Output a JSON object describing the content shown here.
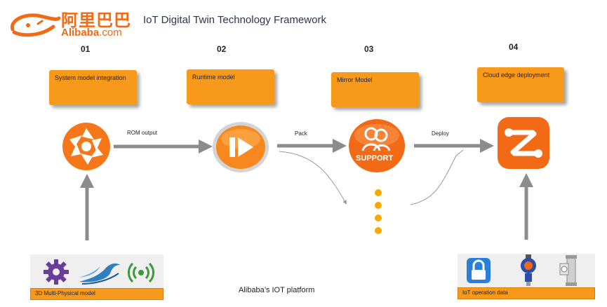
{
  "brand": {
    "logo_cn": "阿里巴巴",
    "logo_en": "Alibaba",
    "logo_en_suffix": ".com",
    "logo_icon": "alibaba-smile-icon",
    "brand_color": "#f26a16"
  },
  "title": "IoT Digital Twin Technology Framework",
  "steps": [
    {
      "num": "01",
      "label": "System model integration",
      "icon": "aperture-icon"
    },
    {
      "num": "02",
      "label": "Runtime model",
      "icon": "play-forward-icon"
    },
    {
      "num": "03",
      "label": "Mirror Model",
      "icon": "support-icon",
      "icon_text": "SUPPORT"
    },
    {
      "num": "04",
      "label": "Cloud edge deployment",
      "icon": "cloud-edge-logo-icon"
    }
  ],
  "arrows": {
    "rom_output": "ROM output",
    "pack": "Pack",
    "deploy": "Deploy"
  },
  "bottom_left": {
    "label": "3D Multi-Physical model",
    "icons": [
      "gear-icon",
      "wave-icon",
      "signal-icon"
    ]
  },
  "bottom_right": {
    "label": "IoT operation data",
    "icons": [
      "lock-app-icon",
      "pressure-sensor-icon",
      "flow-meter-icon"
    ]
  },
  "platform_label": "Alibaba’s IOT platform",
  "colors": {
    "box_fill": "#f79a1c",
    "arrow": "#8c8c8c",
    "dots": "#f6a900",
    "title": "#2a3550"
  }
}
